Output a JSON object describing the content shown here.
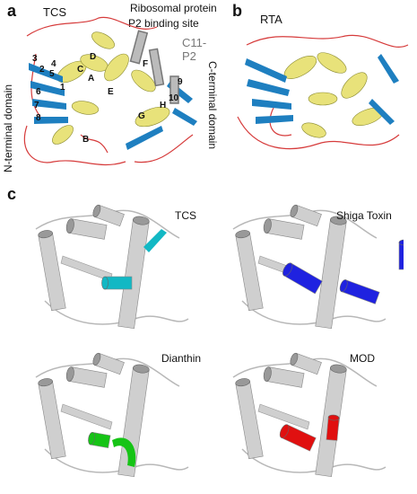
{
  "panel_a": {
    "label": "a",
    "title": "TCS",
    "binding_site_line1": "Ribosomal protein",
    "binding_site_line2": "P2 binding site",
    "peptide_label": "C11-P2",
    "n_terminal": "N-terminal domain",
    "c_terminal": "C-terminal domain",
    "helix_letters": [
      "A",
      "B",
      "C",
      "D",
      "E",
      "F",
      "G",
      "H"
    ],
    "strand_numbers": [
      "1",
      "2",
      "3",
      "4",
      "5",
      "6",
      "7",
      "8",
      "9",
      "10"
    ]
  },
  "panel_b": {
    "label": "b",
    "title": "RTA"
  },
  "panel_c": {
    "label": "c",
    "structures": [
      {
        "name": "TCS",
        "highlight_color": "#12b8c4"
      },
      {
        "name": "Shiga Toxin",
        "highlight_color": "#1f22e0"
      },
      {
        "name": "Dianthin",
        "highlight_color": "#16c416"
      },
      {
        "name": "MOD",
        "highlight_color": "#e01010"
      }
    ]
  },
  "colors": {
    "helix": "#e8e27a",
    "strand": "#1e7fc0",
    "loop": "#d63b3b",
    "cartoon": "#cfcfcf"
  }
}
